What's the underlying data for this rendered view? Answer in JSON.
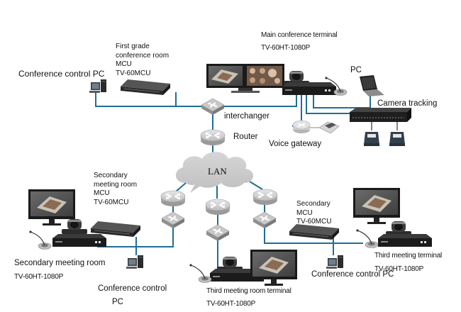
{
  "colors": {
    "link": "#1f6e96",
    "cloud": "#c9c9c9",
    "device_dark": "#2a2a2a",
    "router": "#b9b9b9",
    "switch": "#a8a8a8"
  },
  "labels": {
    "conf_control_pc_top": "Conference control PC",
    "first_mcu": "First grade\nconference room\nMCU\nTV-60MCU",
    "main_terminal_title": "Main conference terminal",
    "main_terminal_model": "TV-60HT-1080P",
    "pc": "PC",
    "camera_tracking": "Camera tracking",
    "interchanger": "interchanger",
    "router": "Router",
    "voice_gateway": "Voice gateway",
    "lan": "LAN",
    "secondary_room_mcu": "Secondary\nmeeting room\nMCU\nTV-60MCU",
    "secondary_mcu": "Secondary\nMCU\nTV-60MCU",
    "secondary_room_title": "Secondary meeting room",
    "secondary_room_model": "TV-60HT-1080P",
    "conf_control_pc_bottom_line1": "Conference control",
    "conf_control_pc_bottom_line2": "PC",
    "third_room_terminal_title": "Third meeting room terminal",
    "third_room_terminal_model": "TV-60HT-1080P",
    "conf_control_pc_right": "Conference control PC",
    "third_terminal_title": "Third meeting terminal",
    "third_terminal_model": "TV-60HT-1080P"
  },
  "nodes": [
    {
      "id": "conf-pc-top",
      "type": "pc"
    },
    {
      "id": "first-mcu",
      "type": "mcu"
    },
    {
      "id": "main-display",
      "type": "dual-monitor"
    },
    {
      "id": "main-terminal",
      "type": "codec"
    },
    {
      "id": "main-camera",
      "type": "ptz-camera"
    },
    {
      "id": "main-mic",
      "type": "microphone"
    },
    {
      "id": "laptop",
      "type": "laptop"
    },
    {
      "id": "tracking-unit",
      "type": "rack-unit"
    },
    {
      "id": "tracking-cam-1",
      "type": "tracking-camera"
    },
    {
      "id": "tracking-cam-2",
      "type": "tracking-camera"
    },
    {
      "id": "voice-gateway",
      "type": "gateway"
    },
    {
      "id": "telephone",
      "type": "phone"
    },
    {
      "id": "interchanger",
      "type": "switch"
    },
    {
      "id": "router-main",
      "type": "router"
    },
    {
      "id": "lan",
      "type": "cloud"
    },
    {
      "id": "router-left",
      "type": "router"
    },
    {
      "id": "router-mid",
      "type": "router"
    },
    {
      "id": "router-right",
      "type": "router"
    },
    {
      "id": "switch-left",
      "type": "switch"
    },
    {
      "id": "switch-mid",
      "type": "switch"
    },
    {
      "id": "switch-right",
      "type": "switch"
    }
  ]
}
